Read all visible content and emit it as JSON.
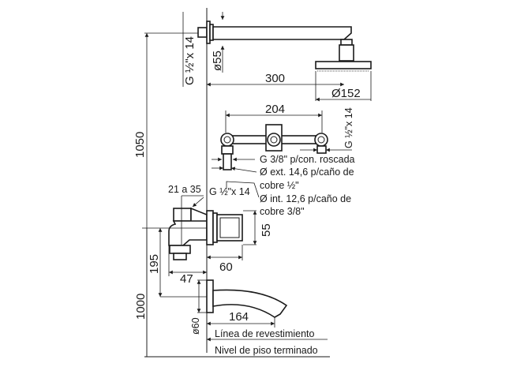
{
  "shower": {
    "thread_top": "G ½\"x 14",
    "flange_diameter": "ø55",
    "arm_length": "300",
    "head_diameter": "Ø152"
  },
  "valve": {
    "width": "204",
    "thread_right": "G ½\"x 14",
    "note_1": "G 3/8\" p/con. roscada",
    "note_2a": "Ø ext. 14,6 p/caño de",
    "note_2b": "cobre ½\"",
    "note_3a": "Ø int. 12,6 p/caño de",
    "note_3b": "cobre 3/8\""
  },
  "mixer": {
    "range": "21 a 35",
    "thread": "G ½\"x 14",
    "height": "55",
    "depth": "60",
    "offset": "195",
    "projection": "47"
  },
  "spout": {
    "length": "164",
    "flange_diameter": "ø60"
  },
  "heights": {
    "shower_height": "1050",
    "mixer_height": "1000"
  },
  "labels": {
    "wall_line": "Línea de revestimiento",
    "floor_line": "Nivel de piso terminado"
  }
}
